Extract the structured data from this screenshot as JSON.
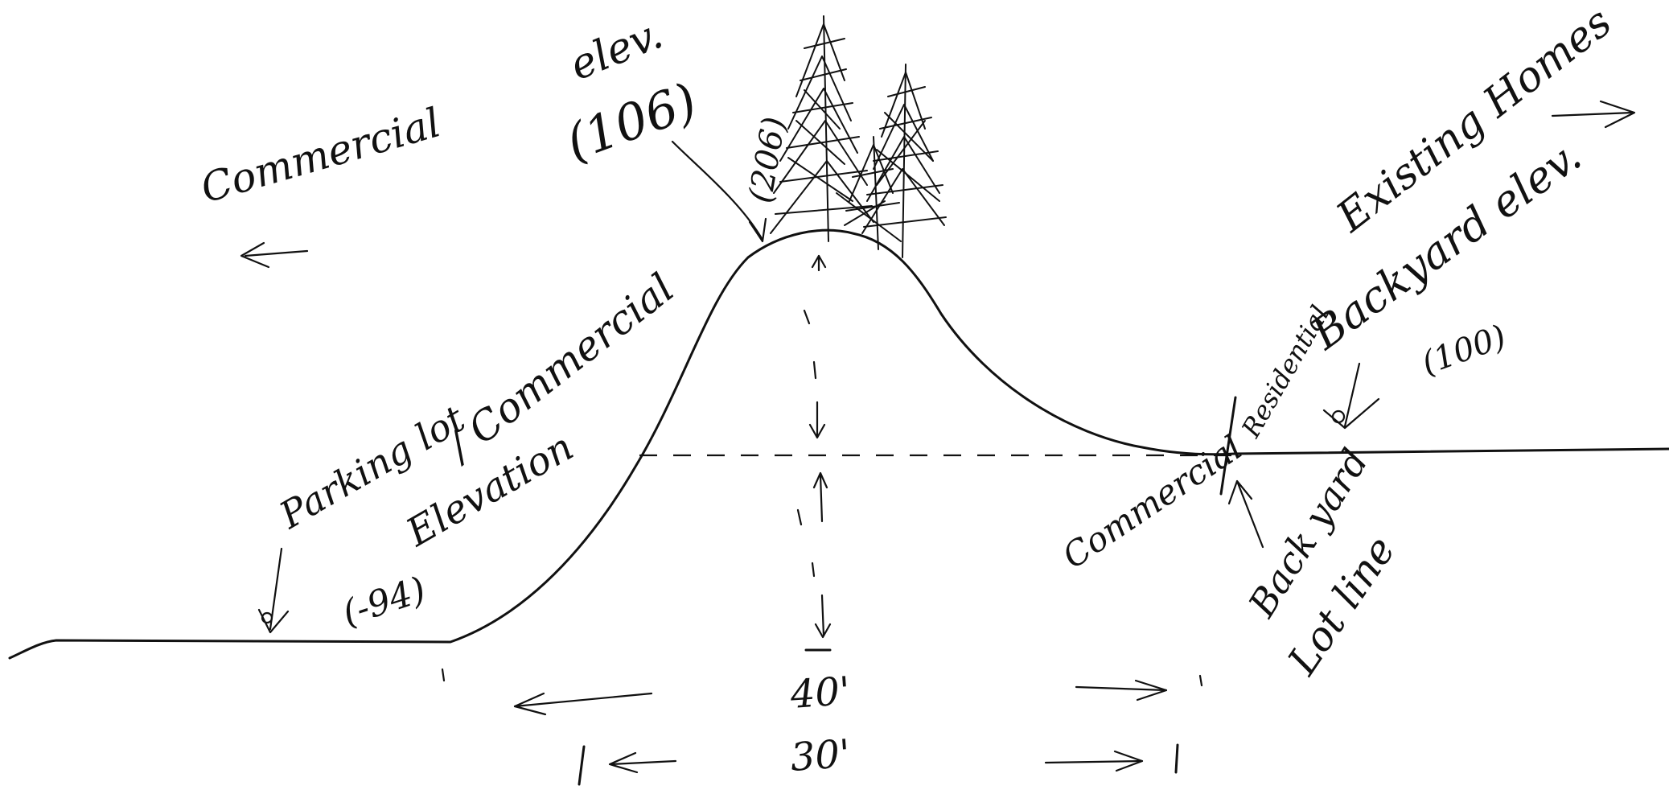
{
  "labels": {
    "commercial_left": "Commercial",
    "elevation_top_word": "elev.",
    "elevation_top_value": "(106)",
    "tree_label": "(206)",
    "existing_homes": "Existing Homes",
    "backyard_elev": "Backyard elev.",
    "backyard_value": "(100)",
    "residential": "Residential",
    "parking_lot": "Parking lot",
    "commercial_slash": "/ Commercial",
    "elevation_word": "Elevation",
    "elevation_value": "(-94)",
    "commercial_right": "Commercial",
    "backyard_lot_line_1": "Back yard",
    "backyard_lot_line_2": "Lot line",
    "dim_40": "40'",
    "dim_30": "30'"
  }
}
